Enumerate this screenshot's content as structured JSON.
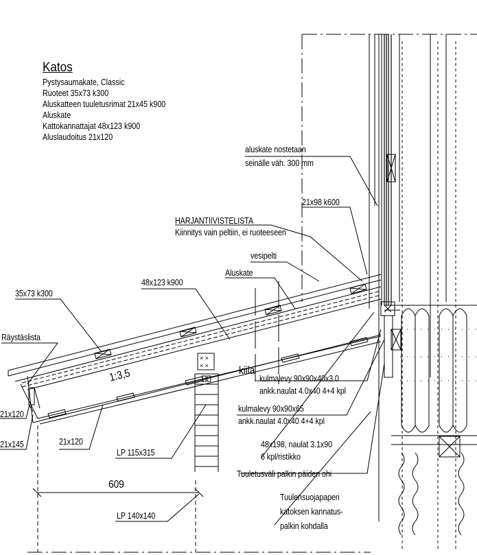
{
  "title": "Katos",
  "spec_lines": [
    "Pystysaumakate, Classic",
    "Ruoteet 35x73 k300",
    "Aluskatteen tuuletusrimat 21x45 k900",
    "Aluskate",
    "Kattokannattajat 48x123 k900",
    "Aluslaudoitus 21x120"
  ],
  "labels": {
    "aluskate_nostetaan_1": "aluskate nostetaan",
    "aluskate_nostetaan_2": "seinälle väh. 300 mm",
    "k600": "21x98 k600",
    "harjanti_1": "HARJANTIIVISTELISTA",
    "harjanti_2": "Kiinnitys vain peltiin, ei ruoteeseen",
    "vesipelti": "vesipelti",
    "aluskate": "Aluskate",
    "k900": "48x123 k900",
    "r35": "35x73 k300",
    "raystaslista": "Räystäslista",
    "slope": "1:3,5",
    "kiila": "kiila",
    "kulma1_1": "kulmalevy 90x90x40x3.0",
    "kulma1_2": "ankk.naulat 4.0x40 4+4 kpl",
    "kulma2_1": "kulmalevy 90x90x65",
    "kulma2_2": "ankk.naulat 4.0x40 4+4 kpl",
    "b48_1": "48x198, naulat 3.1x90",
    "b48_2": "6 kpl/ristikko",
    "tuuletus": "Tuuletusväli palkin päiden ohi",
    "tuulen_1": "Tuulensuojapaperi",
    "tuulen_2": "katoksen kannatus-",
    "tuulen_3": "palkin kohdalla",
    "s21x120_a": "21x120",
    "s21x145": "21x145",
    "s21x120_b": "21x120",
    "lp115": "LP 115x315",
    "dim609": "609",
    "lp140": "LP 140x140"
  }
}
